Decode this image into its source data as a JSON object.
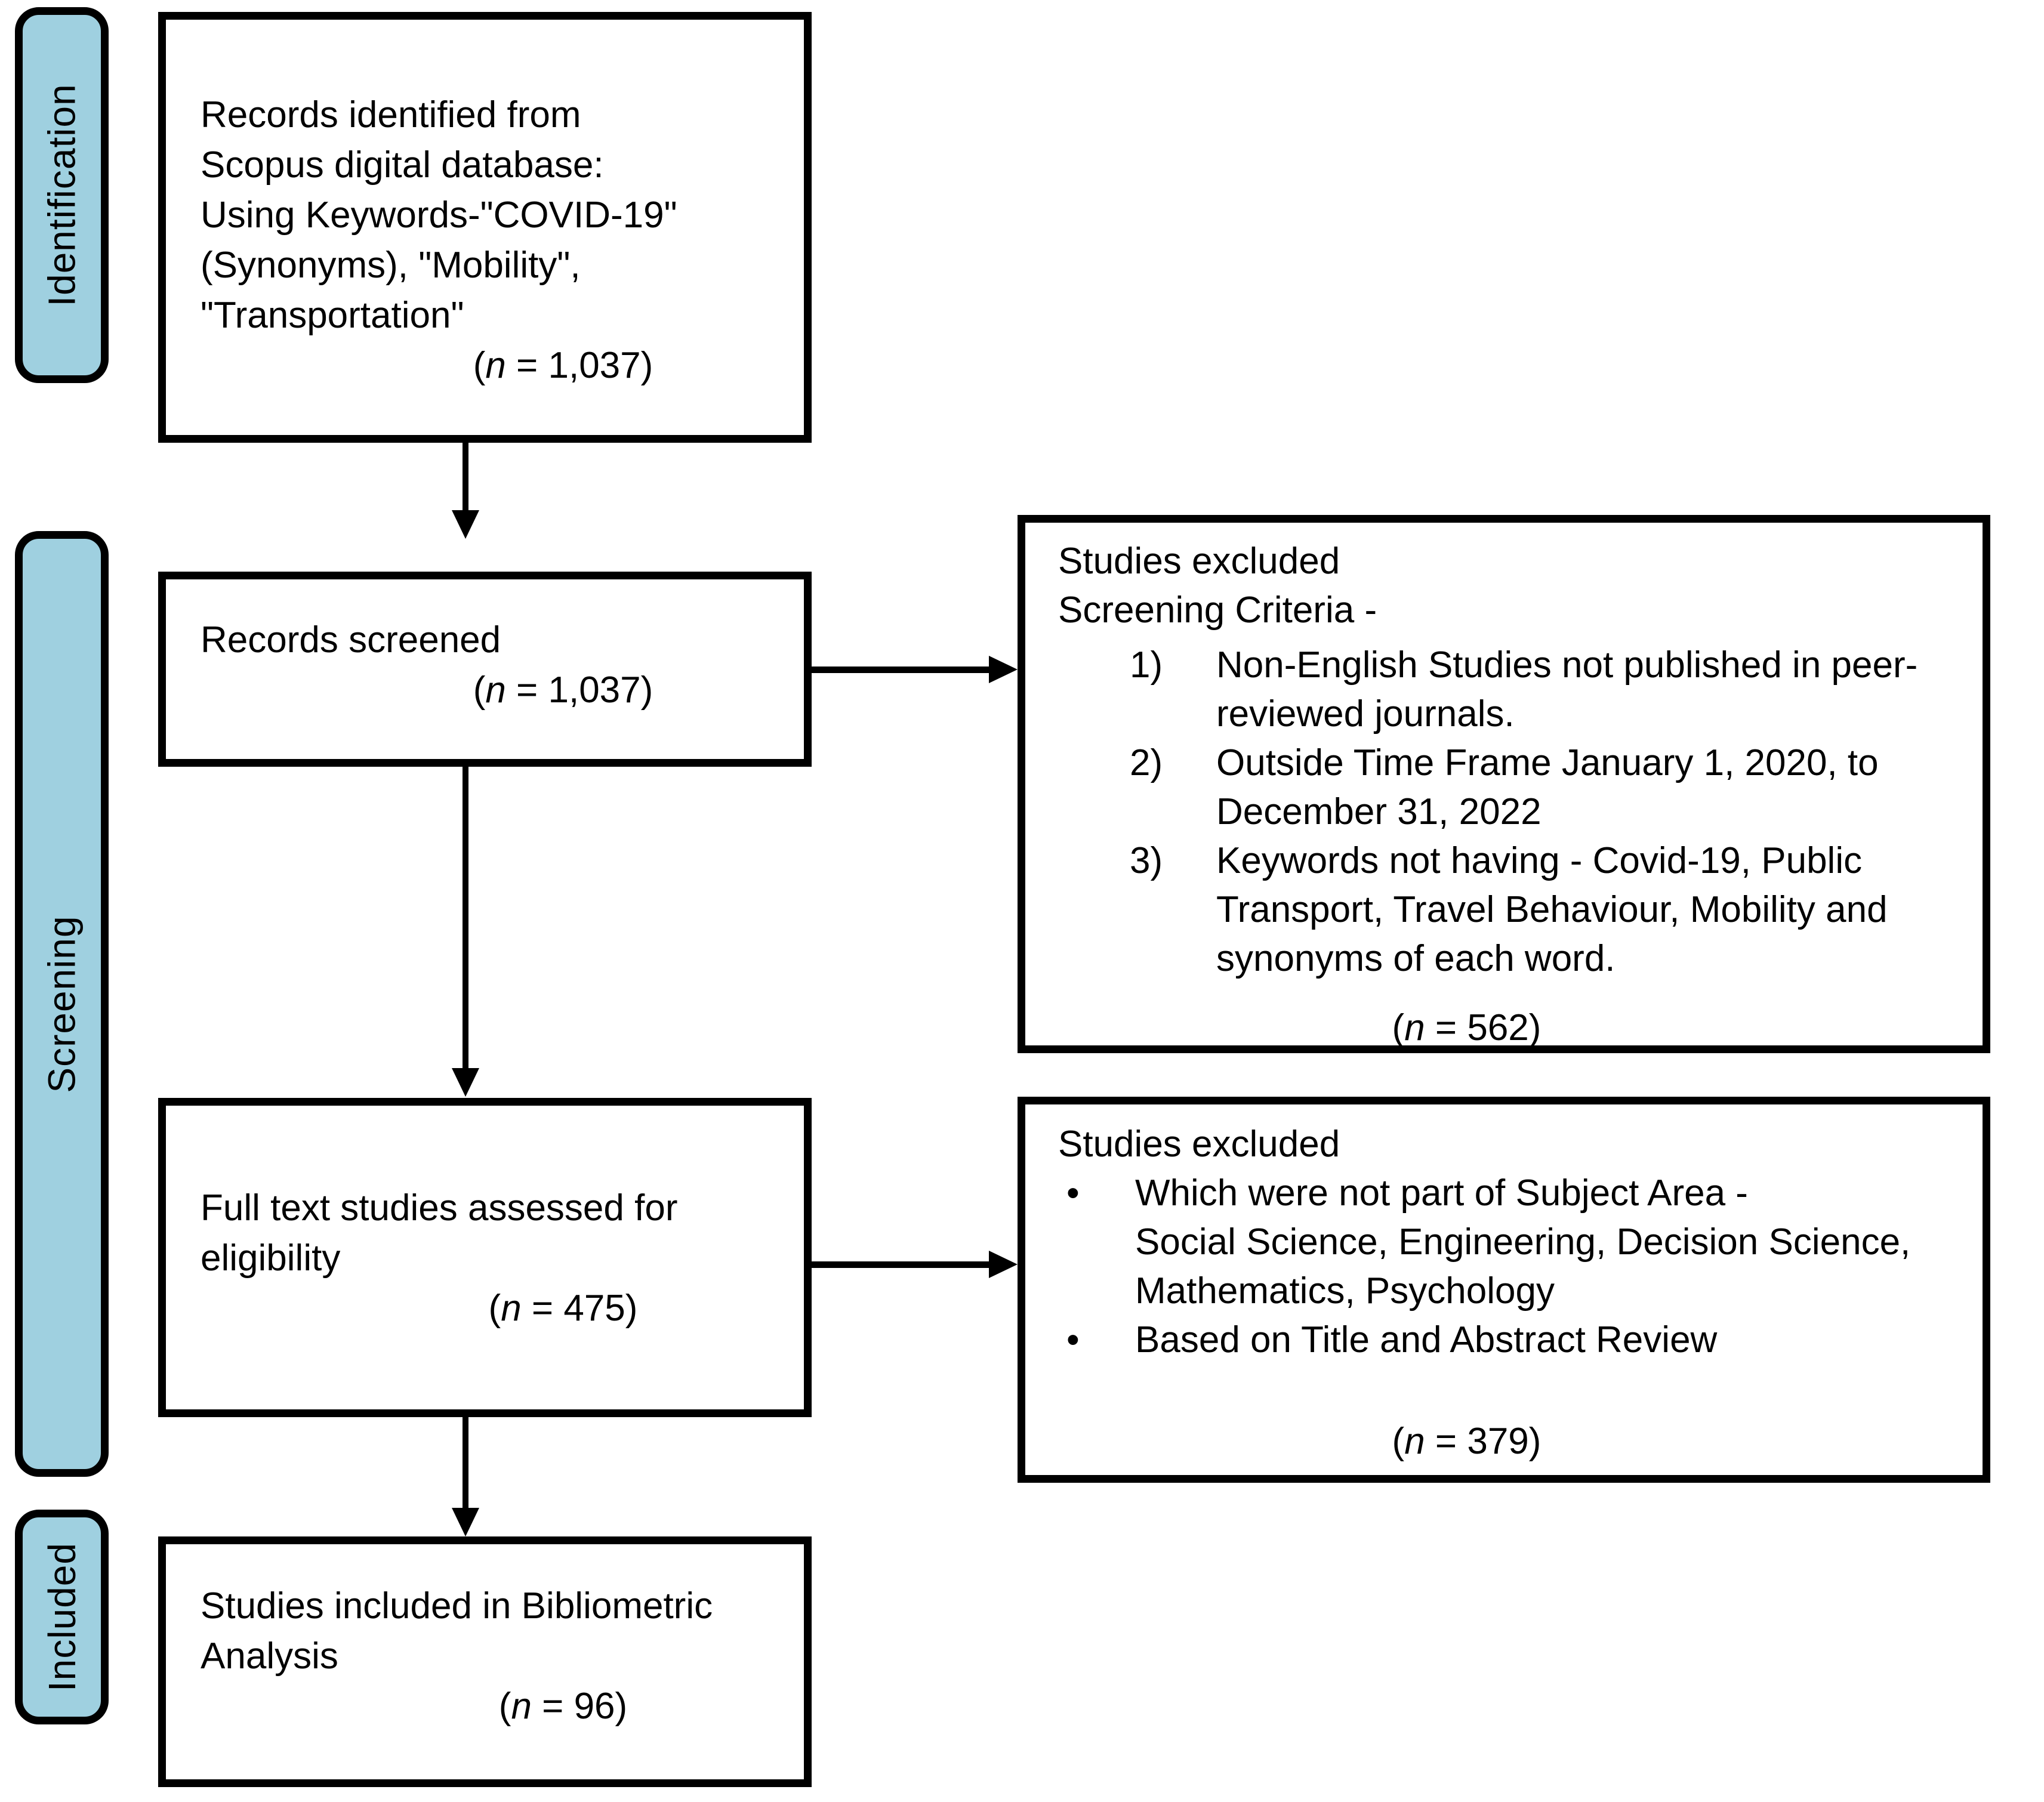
{
  "stages": {
    "identification": "Identification",
    "screening": "Screening",
    "included": "Included"
  },
  "boxes": {
    "records_identified": {
      "lines": [
        "Records identified from",
        "Scopus digital database:",
        "Using Keywords-\"COVID-19\"",
        "(Synonyms), \"Mobility\",",
        "\"Transportation\""
      ],
      "count": "(n = 1,037)"
    },
    "records_screened": {
      "lines": [
        "Records screened"
      ],
      "count": "(n = 1,037)"
    },
    "full_text_assessed": {
      "lines": [
        "Full text studies assessed for",
        "eligibility"
      ],
      "count": "(n = 475)"
    },
    "included_bibliometric": {
      "lines": [
        "Studies included in Bibliometric",
        "Analysis"
      ],
      "count": "(n = 96)"
    }
  },
  "excluded_screening": {
    "title": "Studies excluded",
    "subtitle": "Screening Criteria -",
    "items": [
      {
        "num": "1)",
        "lines": [
          "Non-English Studies not published in peer-",
          "reviewed journals."
        ]
      },
      {
        "num": "2)",
        "lines": [
          "Outside Time Frame January 1, 2020, to",
          "December 31, 2022"
        ]
      },
      {
        "num": "3)",
        "lines": [
          "Keywords not having - Covid-19, Public",
          "Transport, Travel Behaviour, Mobility and",
          "synonyms of each word."
        ]
      }
    ],
    "count": "(n = 562)"
  },
  "excluded_eligibility": {
    "title": "Studies excluded",
    "bullet": "•",
    "items": [
      {
        "lines": [
          "Which were not part of Subject Area -",
          "Social Science, Engineering, Decision Science,",
          "Mathematics, Psychology"
        ]
      },
      {
        "lines": [
          "Based on Title and Abstract Review"
        ]
      }
    ],
    "count": "(n = 379)"
  },
  "colors": {
    "stage_fill": "#9fd0e0",
    "line": "#000000"
  }
}
